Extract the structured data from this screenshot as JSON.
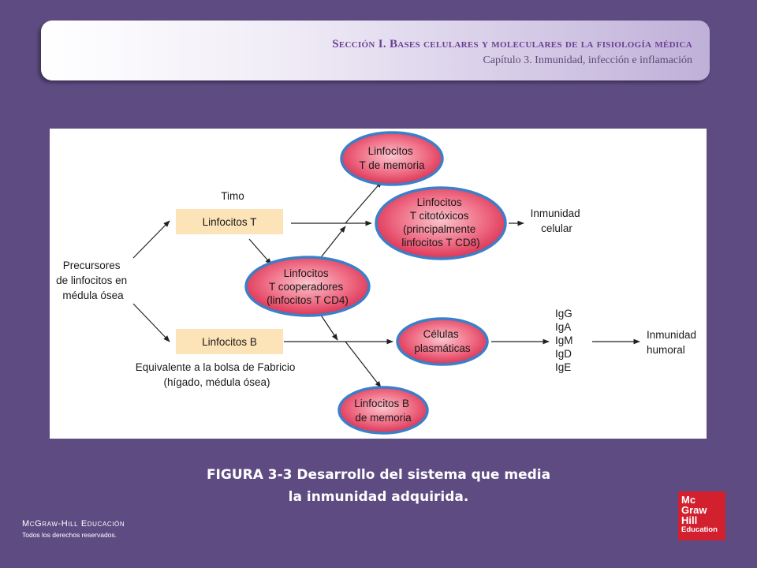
{
  "header": {
    "section": "Sección I.  Bases celulares y moleculares de la fisiología médica",
    "chapter": "Capítulo 3.  Inmunidad, infección e inflamación"
  },
  "diagram": {
    "precursors": [
      "Precursores",
      "de linfocitos en",
      "médula ósea"
    ],
    "thymus_label": "Timo",
    "t_cells_box": "Linfocitos T",
    "b_cells_box": "Linfocitos B",
    "fabricius": [
      "Equivalente a la bolsa de Fabricio",
      "(hígado, médula ósea)"
    ],
    "t_memory": [
      "Linfocitos",
      "T de memoria"
    ],
    "t_cytotoxic": [
      "Linfocitos",
      "T citotóxicos",
      "(principalmente",
      "linfocitos T CD8)"
    ],
    "t_helper": [
      "Linfocitos",
      "T cooperadores",
      "(linfocitos T CD4)"
    ],
    "plasma_cells": [
      "Células",
      "plasmáticas"
    ],
    "b_memory": [
      "Linfocitos B",
      "de memoria"
    ],
    "cellular_immunity": [
      "Inmunidad",
      "celular"
    ],
    "immunoglobulins": [
      "IgG",
      "IgA",
      "IgM",
      "IgD",
      "IgE"
    ],
    "humoral_immunity": [
      "Inmunidad",
      "humoral"
    ]
  },
  "caption": {
    "line1": "FIGURA 3-3 Desarrollo del sistema que media",
    "line2": "la inmunidad adquirida."
  },
  "publisher": {
    "name": "McGraw-Hill Educación",
    "rights": "Todos los derechos reservados."
  },
  "logo": {
    "lines": [
      "Mc",
      "Graw",
      "Hill",
      "Education"
    ],
    "color": "#d2202f"
  },
  "colors": {
    "background": "#5e4b82",
    "box_fill": "#fde3b8",
    "ellipse_fill": "#e8415e",
    "ellipse_stroke": "#3a7fc8"
  }
}
